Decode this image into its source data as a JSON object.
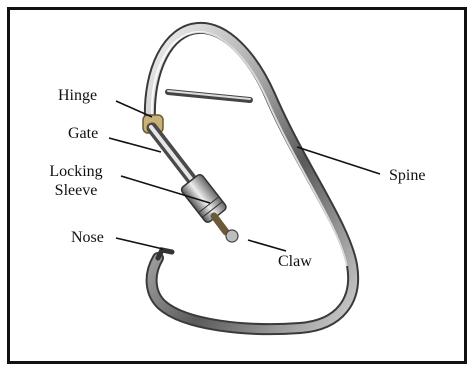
{
  "labels": {
    "hinge": "Hinge",
    "gate": "Gate",
    "locking_sleeve_line1": "Locking",
    "locking_sleeve_line2": "Sleeve",
    "nose": "Nose",
    "spine": "Spine",
    "claw": "Claw"
  },
  "colors": {
    "frame_border": "#111111",
    "leader_line": "#111111",
    "metal_dark": "#4a4a4a",
    "metal_mid": "#9a9a9a",
    "metal_light": "#e8e8e8",
    "hinge_brass": "#c8b27a"
  },
  "icons": {
    "subject": "carabiner-photo"
  }
}
